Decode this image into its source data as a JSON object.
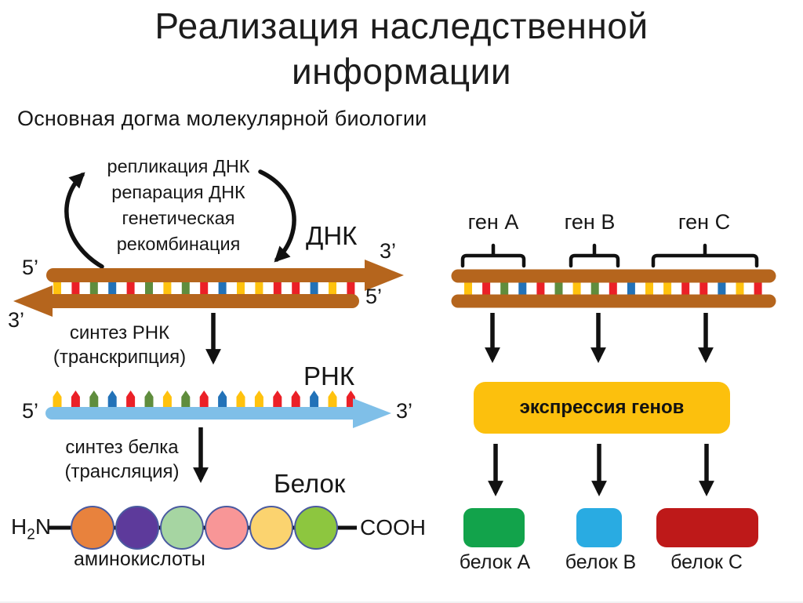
{
  "title": {
    "line1": "Реализация наследственной",
    "line2": "информации"
  },
  "subtitle": "Основная догма молекулярной биологии",
  "cycle": {
    "line1": "репликация ДНК",
    "line2": "репарация ДНК",
    "line3": "генетическая",
    "line4": "рекомбинация"
  },
  "dna": {
    "label": "ДНК",
    "ends": {
      "top_left": "5’",
      "top_right": "3’",
      "bottom_left": "3’",
      "bottom_right": "5’"
    },
    "base_colors": [
      "yellow",
      "red",
      "green",
      "blue",
      "red",
      "green",
      "yellow",
      "green",
      "red",
      "blue",
      "yellow",
      "yellow",
      "red",
      "red",
      "blue",
      "yellow",
      "red"
    ]
  },
  "transcription": {
    "line1": "синтез РНК",
    "line2": "(транскрипция)"
  },
  "rna": {
    "label": "РНК",
    "left_end": "5’",
    "right_end": "3’",
    "base_colors": [
      "yellow",
      "red",
      "green",
      "blue",
      "red",
      "green",
      "yellow",
      "green",
      "red",
      "blue",
      "yellow",
      "yellow",
      "red",
      "red",
      "blue",
      "yellow",
      "red"
    ]
  },
  "translation": {
    "line1": "синтез белка",
    "line2": "(трансляция)"
  },
  "protein": {
    "label": "Белок",
    "n_terminus": {
      "h": "H",
      "sub": "2",
      "n": "N"
    },
    "c_terminus": "COOH",
    "caption": "аминокислоты",
    "residue_colors": [
      "#E8823D",
      "#5D3A9B",
      "#A6D5A2",
      "#F89697",
      "#FBD36F",
      "#8DC63F"
    ],
    "residue_outline": "#4a5aa0"
  },
  "genes": {
    "items": [
      {
        "label": "ген A"
      },
      {
        "label": "ген B"
      },
      {
        "label": "ген C"
      }
    ],
    "base_colors": [
      "yellow",
      "red",
      "green",
      "blue",
      "red",
      "green",
      "yellow",
      "green",
      "red",
      "blue",
      "yellow",
      "yellow",
      "red",
      "red",
      "blue",
      "yellow",
      "red"
    ]
  },
  "expression_box": {
    "label": "экспрессия генов",
    "color": "#FCC00D"
  },
  "proteins_out": {
    "items": [
      {
        "label": "белок A",
        "color": "#12A34B"
      },
      {
        "label": "белок B",
        "color": "#29ABE2"
      },
      {
        "label": "белок C",
        "color": "#BE1919"
      }
    ]
  },
  "palette": {
    "red": "#EB2027",
    "yellow": "#FFC20E",
    "green": "#5F8D3D",
    "blue": "#2272B8",
    "strand_brown": "#B5651D",
    "rna_blue": "#7FBFE8",
    "arrow_black": "#111111"
  }
}
